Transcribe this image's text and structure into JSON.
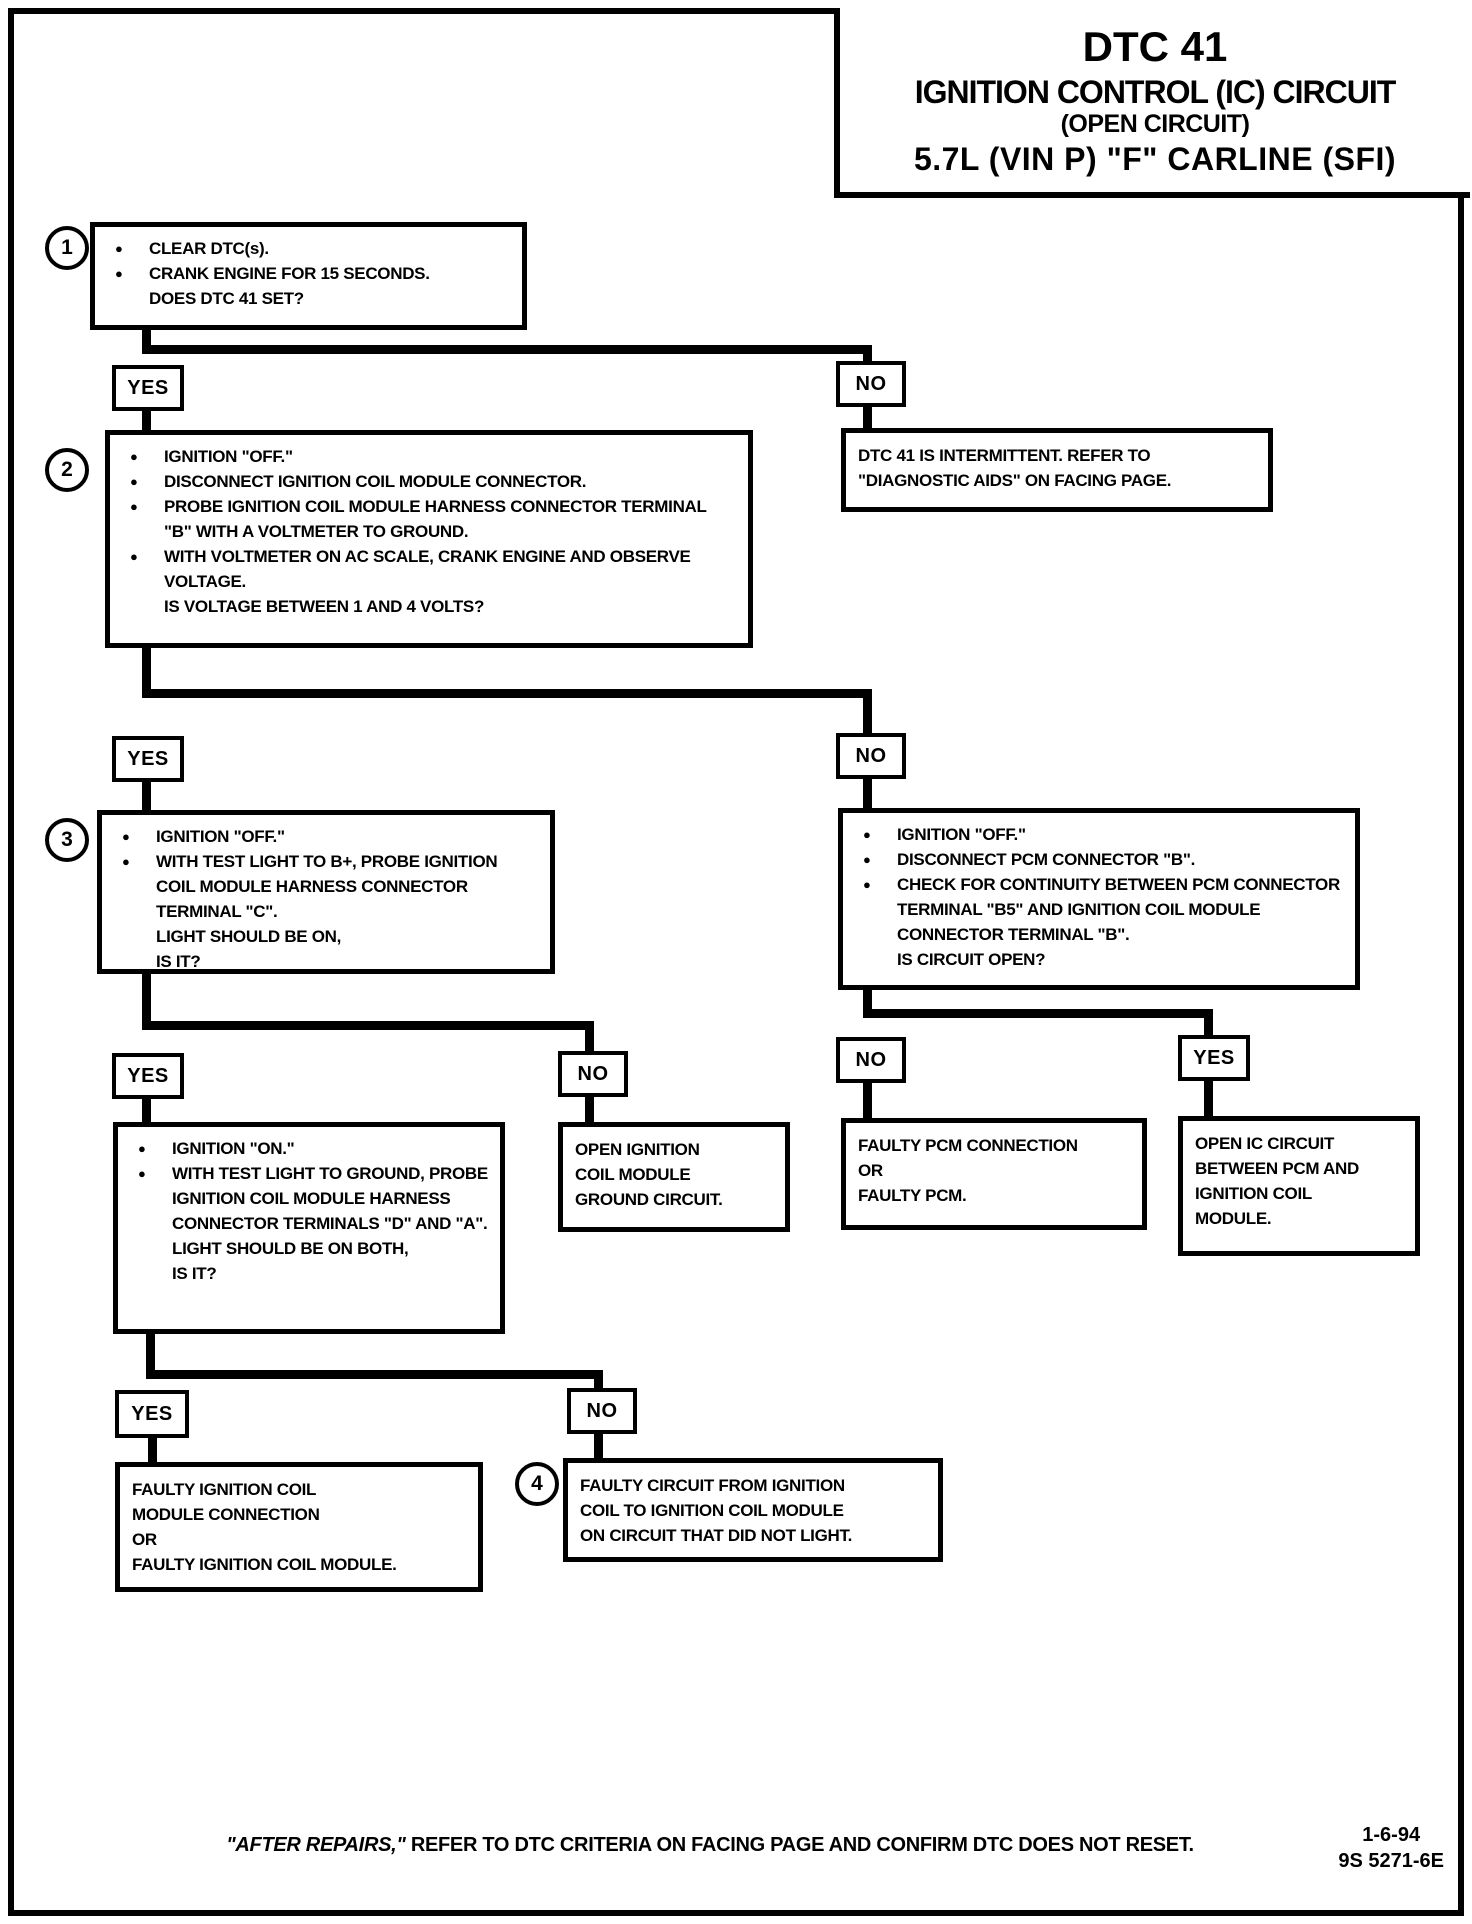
{
  "title": {
    "line1": "DTC 41",
    "line2": "IGNITION CONTROL (IC) CIRCUIT",
    "line3": "(OPEN CIRCUIT)",
    "line4": "5.7L (VIN P) \"F\" CARLINE (SFI)"
  },
  "labels": {
    "yes": "YES",
    "no": "NO"
  },
  "steps": {
    "s1": {
      "num": "1",
      "bullets": [
        "CLEAR DTC(s).",
        "CRANK ENGINE FOR 15 SECONDS."
      ],
      "cont": [
        "DOES DTC 41 SET?"
      ]
    },
    "s2": {
      "num": "2",
      "bullets": [
        "IGNITION \"OFF.\"",
        "DISCONNECT IGNITION COIL MODULE CONNECTOR.",
        "PROBE IGNITION COIL MODULE HARNESS CONNECTOR TERMINAL \"B\" WITH A VOLTMETER TO GROUND.",
        "WITH VOLTMETER ON AC SCALE, CRANK ENGINE AND OBSERVE VOLTAGE."
      ],
      "cont": [
        "IS VOLTAGE BETWEEN 1 AND 4 VOLTS?"
      ]
    },
    "s3": {
      "num": "3",
      "bullets": [
        "IGNITION \"OFF.\"",
        "WITH TEST LIGHT TO B+, PROBE IGNITION COIL MODULE HARNESS CONNECTOR TERMINAL \"C\"."
      ],
      "cont": [
        "LIGHT SHOULD BE ON,",
        "IS IT?"
      ]
    },
    "pcm_check": {
      "bullets": [
        "IGNITION \"OFF.\"",
        "DISCONNECT PCM CONNECTOR \"B\".",
        "CHECK FOR CONTINUITY BETWEEN PCM CONNECTOR TERMINAL \"B5\" AND IGNITION COIL MODULE CONNECTOR TERMINAL \"B\"."
      ],
      "cont": [
        "IS CIRCUIT OPEN?"
      ]
    },
    "test_light": {
      "bullets": [
        "IGNITION \"ON.\"",
        "WITH TEST LIGHT TO GROUND, PROBE IGNITION COIL MODULE HARNESS CONNECTOR TERMINALS \"D\" AND \"A\"."
      ],
      "cont": [
        "LIGHT SHOULD BE ON BOTH,",
        "IS IT?"
      ]
    }
  },
  "results": {
    "intermittent": [
      "DTC 41 IS INTERMITTENT. REFER TO",
      "\"DIAGNOSTIC AIDS\" ON FACING PAGE."
    ],
    "open_ground": [
      "OPEN IGNITION",
      "COIL MODULE",
      "GROUND CIRCUIT."
    ],
    "faulty_pcm": [
      "FAULTY PCM CONNECTION",
      "OR",
      "FAULTY PCM."
    ],
    "open_ic": [
      "OPEN IC CIRCUIT",
      "BETWEEN PCM AND",
      "IGNITION COIL",
      "MODULE."
    ],
    "faulty_icm": [
      "FAULTY IGNITION COIL",
      "MODULE CONNECTION",
      "OR",
      "FAULTY IGNITION COIL MODULE."
    ],
    "s4": {
      "num": "4",
      "lines": [
        "FAULTY CIRCUIT FROM IGNITION",
        "COIL TO IGNITION COIL MODULE",
        "ON CIRCUIT THAT DID NOT LIGHT."
      ]
    }
  },
  "footer": {
    "italic": "\"AFTER REPAIRS,\"",
    "rest": " REFER TO DTC CRITERIA ON FACING PAGE AND CONFIRM DTC DOES NOT RESET."
  },
  "corner": {
    "date": "1-6-94",
    "doc": "9S 5271-6E"
  },
  "colors": {
    "ink": "#000000",
    "paper": "#ffffff"
  }
}
